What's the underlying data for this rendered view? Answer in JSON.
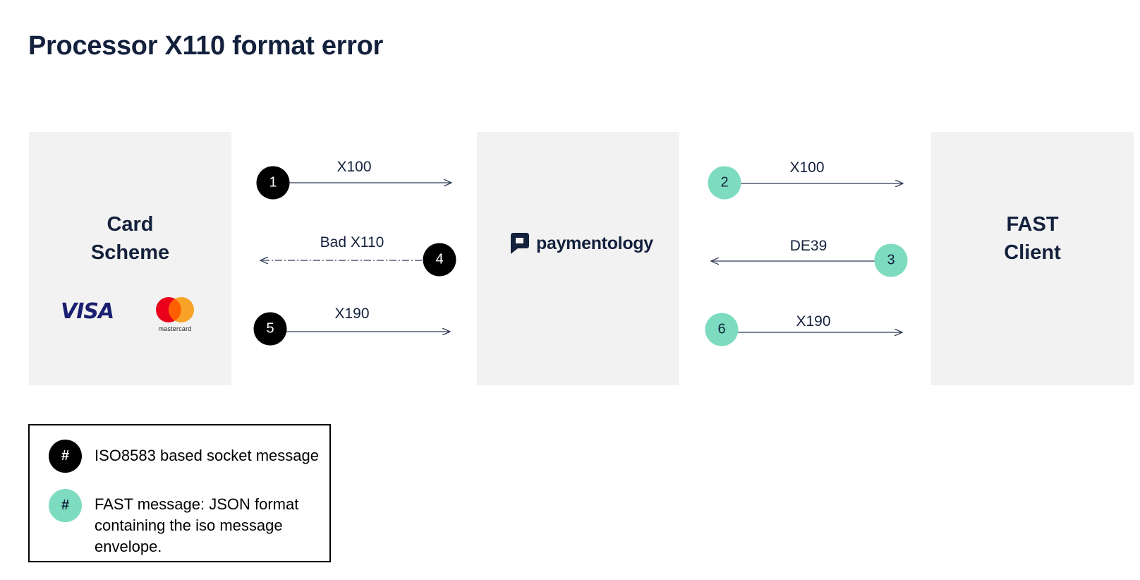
{
  "title": "Processor X110 format error",
  "panels": {
    "card_scheme": {
      "label_line1": "Card",
      "label_line2": "Scheme",
      "visa_text": "VISA",
      "mastercard_text": "mastercard"
    },
    "processor": {
      "logo_text": "paymentology"
    },
    "client": {
      "label_line1": "FAST",
      "label_line2": "Client"
    }
  },
  "flows": [
    {
      "step": "1",
      "label": "X100",
      "kind": "iso",
      "direction": "right",
      "style": "solid"
    },
    {
      "step": "4",
      "label": "Bad X110",
      "kind": "iso",
      "direction": "left",
      "style": "dashed"
    },
    {
      "step": "5",
      "label": "X190",
      "kind": "iso",
      "direction": "right",
      "style": "solid"
    },
    {
      "step": "2",
      "label": "X100",
      "kind": "fast",
      "direction": "right",
      "style": "solid"
    },
    {
      "step": "3",
      "label": "DE39",
      "kind": "fast",
      "direction": "left",
      "style": "solid"
    },
    {
      "step": "6",
      "label": "X190",
      "kind": "fast",
      "direction": "right",
      "style": "solid"
    }
  ],
  "legend": {
    "iso_symbol": "#",
    "iso_text": "ISO8583 based socket message",
    "fast_symbol": "#",
    "fast_text_line1": "FAST message: JSON format",
    "fast_text_line2": "containing the iso message",
    "fast_text_line3": "envelope."
  },
  "colors": {
    "text": "#14213d",
    "panel": "#f2f2f2",
    "iso_badge": "#000000",
    "fast_badge": "#7ddcbf",
    "arrow": "#2e3a55",
    "visa": "#1a1f71",
    "mc_red": "#eb001b",
    "mc_orange": "#f79e1b"
  }
}
